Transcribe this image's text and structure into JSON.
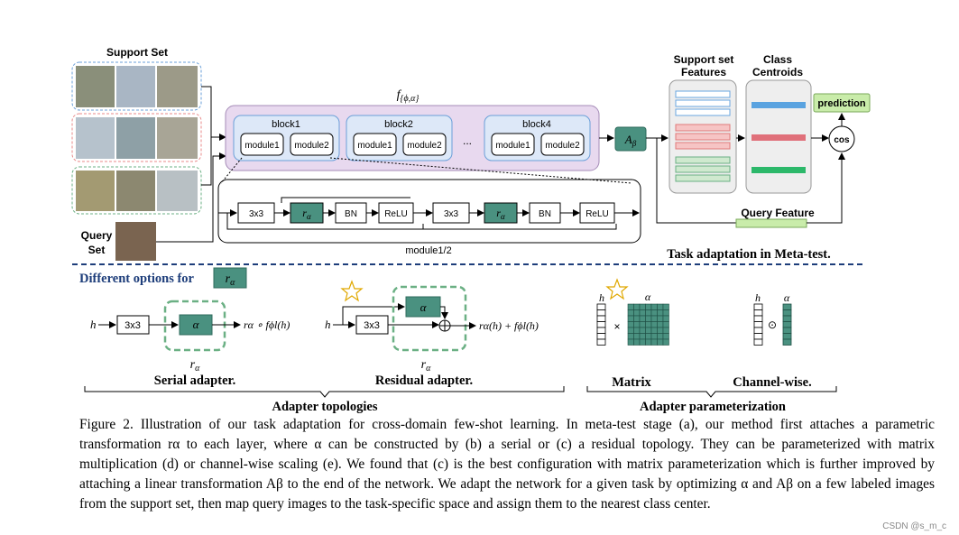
{
  "figure": {
    "support_set_label": "Support Set",
    "query_set_label": "Query\nSet",
    "backbone_label": "f{ϕ,α}",
    "blocks": [
      "block1",
      "block2",
      "block4"
    ],
    "ellipsis": "...",
    "module_labels": [
      "module1",
      "module2"
    ],
    "a_beta": "Aβ",
    "pipeline": [
      "3x3",
      "rα",
      "BN",
      "ReLU",
      "3x3",
      "rα",
      "BN",
      "ReLU"
    ],
    "module_caption": "module1/2",
    "support_features_label": "Support set\nFeatures",
    "class_centroids_label": "Class\nCentroids",
    "prediction_label": "prediction",
    "cos_label": "cos",
    "query_feature_label": "Query Feature",
    "task_adaptation_label": "Task adaptation in Meta-test.",
    "options_label": "Different options for",
    "r_alpha": "rα",
    "serial": {
      "h": "h",
      "conv": "3x3",
      "alpha": "α",
      "output": "rα ∘ fϕl(h)",
      "r": "rα",
      "title": "Serial adapter."
    },
    "residual": {
      "h": "h",
      "conv": "3x3",
      "alpha": "α",
      "output": "rα(h) + fϕl(h)",
      "r": "rα",
      "title": "Residual adapter."
    },
    "matrix": {
      "h": "h",
      "alpha": "α",
      "times": "×",
      "title": "Matrix"
    },
    "channelwise": {
      "h": "h",
      "alpha": "α",
      "odot": "⊙",
      "title": "Channel-wise."
    },
    "adapter_topologies": "Adapter topologies",
    "adapter_parameterization": "Adapter parameterization",
    "colors": {
      "teal": "#4a9180",
      "lavender": "#e8d9ef",
      "block_blue": "#dde8f8",
      "dashed_blue": "#6a9fd8",
      "dashed_red": "#e88a8a",
      "dashed_green": "#6bb084",
      "centroid_blue": "#5aa3e0",
      "centroid_red": "#e0707a",
      "centroid_green": "#2cb86a",
      "prediction_bg": "#c9ecaa",
      "star": "#f2c94c",
      "navy_divider": "#1d3d7a"
    }
  },
  "caption": "Figure 2. Illustration of our task adaptation for cross-domain few-shot learning. In meta-test stage (a), our method first attaches a parametric transformation rα to each layer, where α can be constructed by (b) a serial or (c) a residual topology. They can be parameterized with matrix multiplication (d) or channel-wise scaling (e). We found that (c) is the best configuration with matrix parameterization which is further improved by attaching a linear transformation Aβ to the end of the network. We adapt the network for a given task by optimizing α and Aβ on a few labeled images from the support set, then map query images to the task-specific space and assign them to the nearest class center.",
  "watermark": "CSDN @s_m_c"
}
